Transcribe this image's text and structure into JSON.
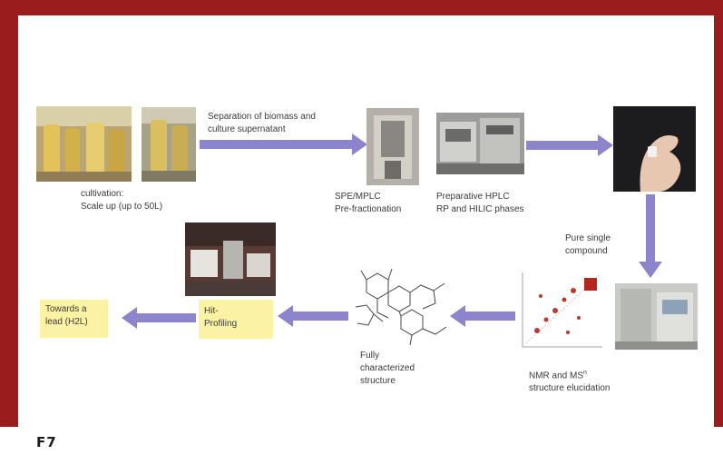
{
  "figure": {
    "label": "F7",
    "colors": {
      "frame": "#9b1c1c",
      "arrow": "#8c84cc",
      "highlight": "#fbf3a3",
      "nmr_peak": "#c0392b"
    }
  },
  "steps": {
    "cultivation": {
      "line1": "cultivation:",
      "line2": "Scale up (up to 50L)"
    },
    "separation": {
      "line1": "Separation of biomass and",
      "line2": "culture supernatant"
    },
    "spe": {
      "line1": "SPE/MPLC",
      "line2": "Pre-fractionation"
    },
    "hplc": {
      "line1": "Preparative HPLC",
      "line2": "RP and HILIC phases"
    },
    "pure": {
      "line1": "Pure single",
      "line2": "compound"
    },
    "nmr": {
      "line1": "NMR and MS",
      "sup": "n",
      "line2": "structure elucidation"
    },
    "structure": {
      "line1": "Fully",
      "line2": "characterized",
      "line3": "structure"
    },
    "profiling": {
      "line1": "Hit-",
      "line2": "Profiling"
    },
    "lead": {
      "line1": "Towards a",
      "line2": "lead (H2L)"
    }
  }
}
